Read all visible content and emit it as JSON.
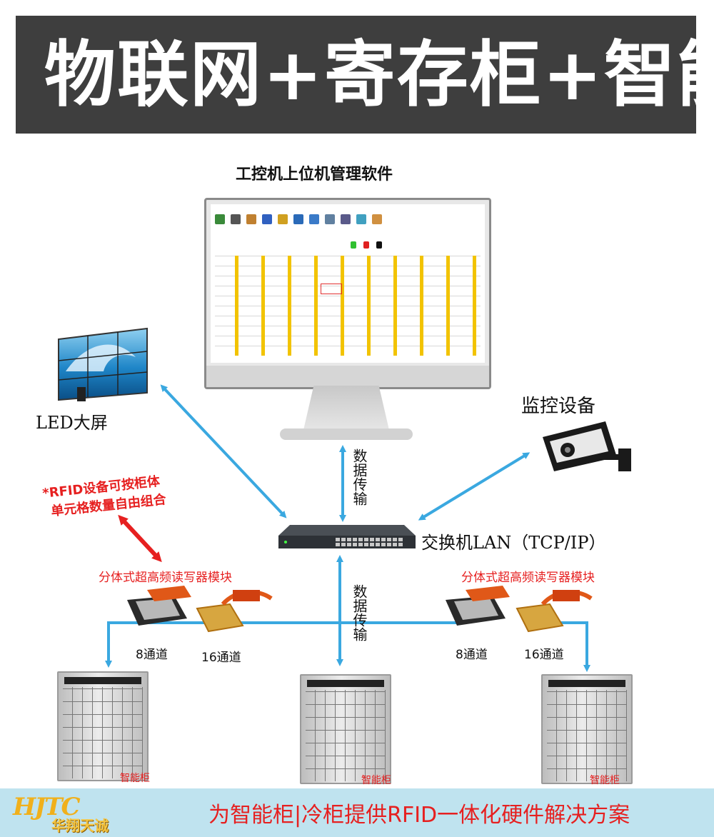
{
  "banner": {
    "title": "物联网+寄存柜+智能"
  },
  "labels": {
    "monitor_title": "工控机上位机管理软件",
    "led_screen": "LED大屏",
    "surveillance": "监控设备",
    "switch": "交换机LAN（TCP/IP）",
    "data_transfer_upper": "数据传输",
    "data_transfer_lower": "数据传输",
    "rfid_note_line1": "*RFID设备可按柜体",
    "rfid_note_line2": "单元格数量自由组合",
    "reader_module_left": "分体式超高频读写器模块",
    "reader_module_right": "分体式超高频读写器模块",
    "ch8_left": "8通道",
    "ch16_left": "16通道",
    "ch8_right": "8通道",
    "ch16_right": "16通道",
    "cabinet_left": "智能柜",
    "cabinet_middle": "智能柜",
    "cabinet_right": "智能柜"
  },
  "footer": {
    "logo_mark": "HJTC",
    "logo_text": "华翔天诚",
    "slogan": "为智能柜|冷柜提供RFID一体化硬件解决方案"
  },
  "colors": {
    "arrow": "#3aa8e0",
    "red": "#e62020",
    "banner_bg": "#3e3e3e",
    "footer_bg": "#bfe3ef"
  },
  "icons": [
    "led-wall-icon",
    "surveillance-camera-icon",
    "network-switch-icon",
    "rfid-reader-module-icon",
    "smart-cabinet-icon"
  ]
}
